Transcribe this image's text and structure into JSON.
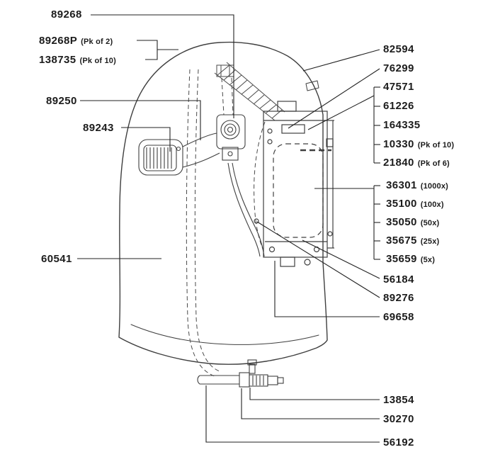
{
  "labels": [
    {
      "part": "89268",
      "suffix": ""
    },
    {
      "part": "89268P",
      "suffix": "(Pk of 2)"
    },
    {
      "part": "138735",
      "suffix": "(Pk of 10)"
    },
    {
      "part": "89250",
      "suffix": ""
    },
    {
      "part": "89243",
      "suffix": ""
    },
    {
      "part": "60541",
      "suffix": ""
    },
    {
      "part": "82594",
      "suffix": ""
    },
    {
      "part": "76299",
      "suffix": ""
    },
    {
      "part": "47571",
      "suffix": ""
    },
    {
      "part": "61226",
      "suffix": ""
    },
    {
      "part": "164335",
      "suffix": ""
    },
    {
      "part": "10330",
      "suffix": "(Pk of 10)"
    },
    {
      "part": "21840",
      "suffix": "(Pk of 6)"
    },
    {
      "part": "36301",
      "suffix": "(1000x)"
    },
    {
      "part": "35100",
      "suffix": "(100x)"
    },
    {
      "part": "35050",
      "suffix": "(50x)"
    },
    {
      "part": "35675",
      "suffix": "(25x)"
    },
    {
      "part": "35659",
      "suffix": "(5x)"
    },
    {
      "part": "56184",
      "suffix": ""
    },
    {
      "part": "89276",
      "suffix": ""
    },
    {
      "part": "69658",
      "suffix": ""
    },
    {
      "part": "13854",
      "suffix": ""
    },
    {
      "part": "30270",
      "suffix": ""
    },
    {
      "part": "56192",
      "suffix": ""
    }
  ],
  "colors": {
    "ink": "#1c1c1c",
    "line": "#3f3f3f",
    "background": "#ffffff"
  }
}
